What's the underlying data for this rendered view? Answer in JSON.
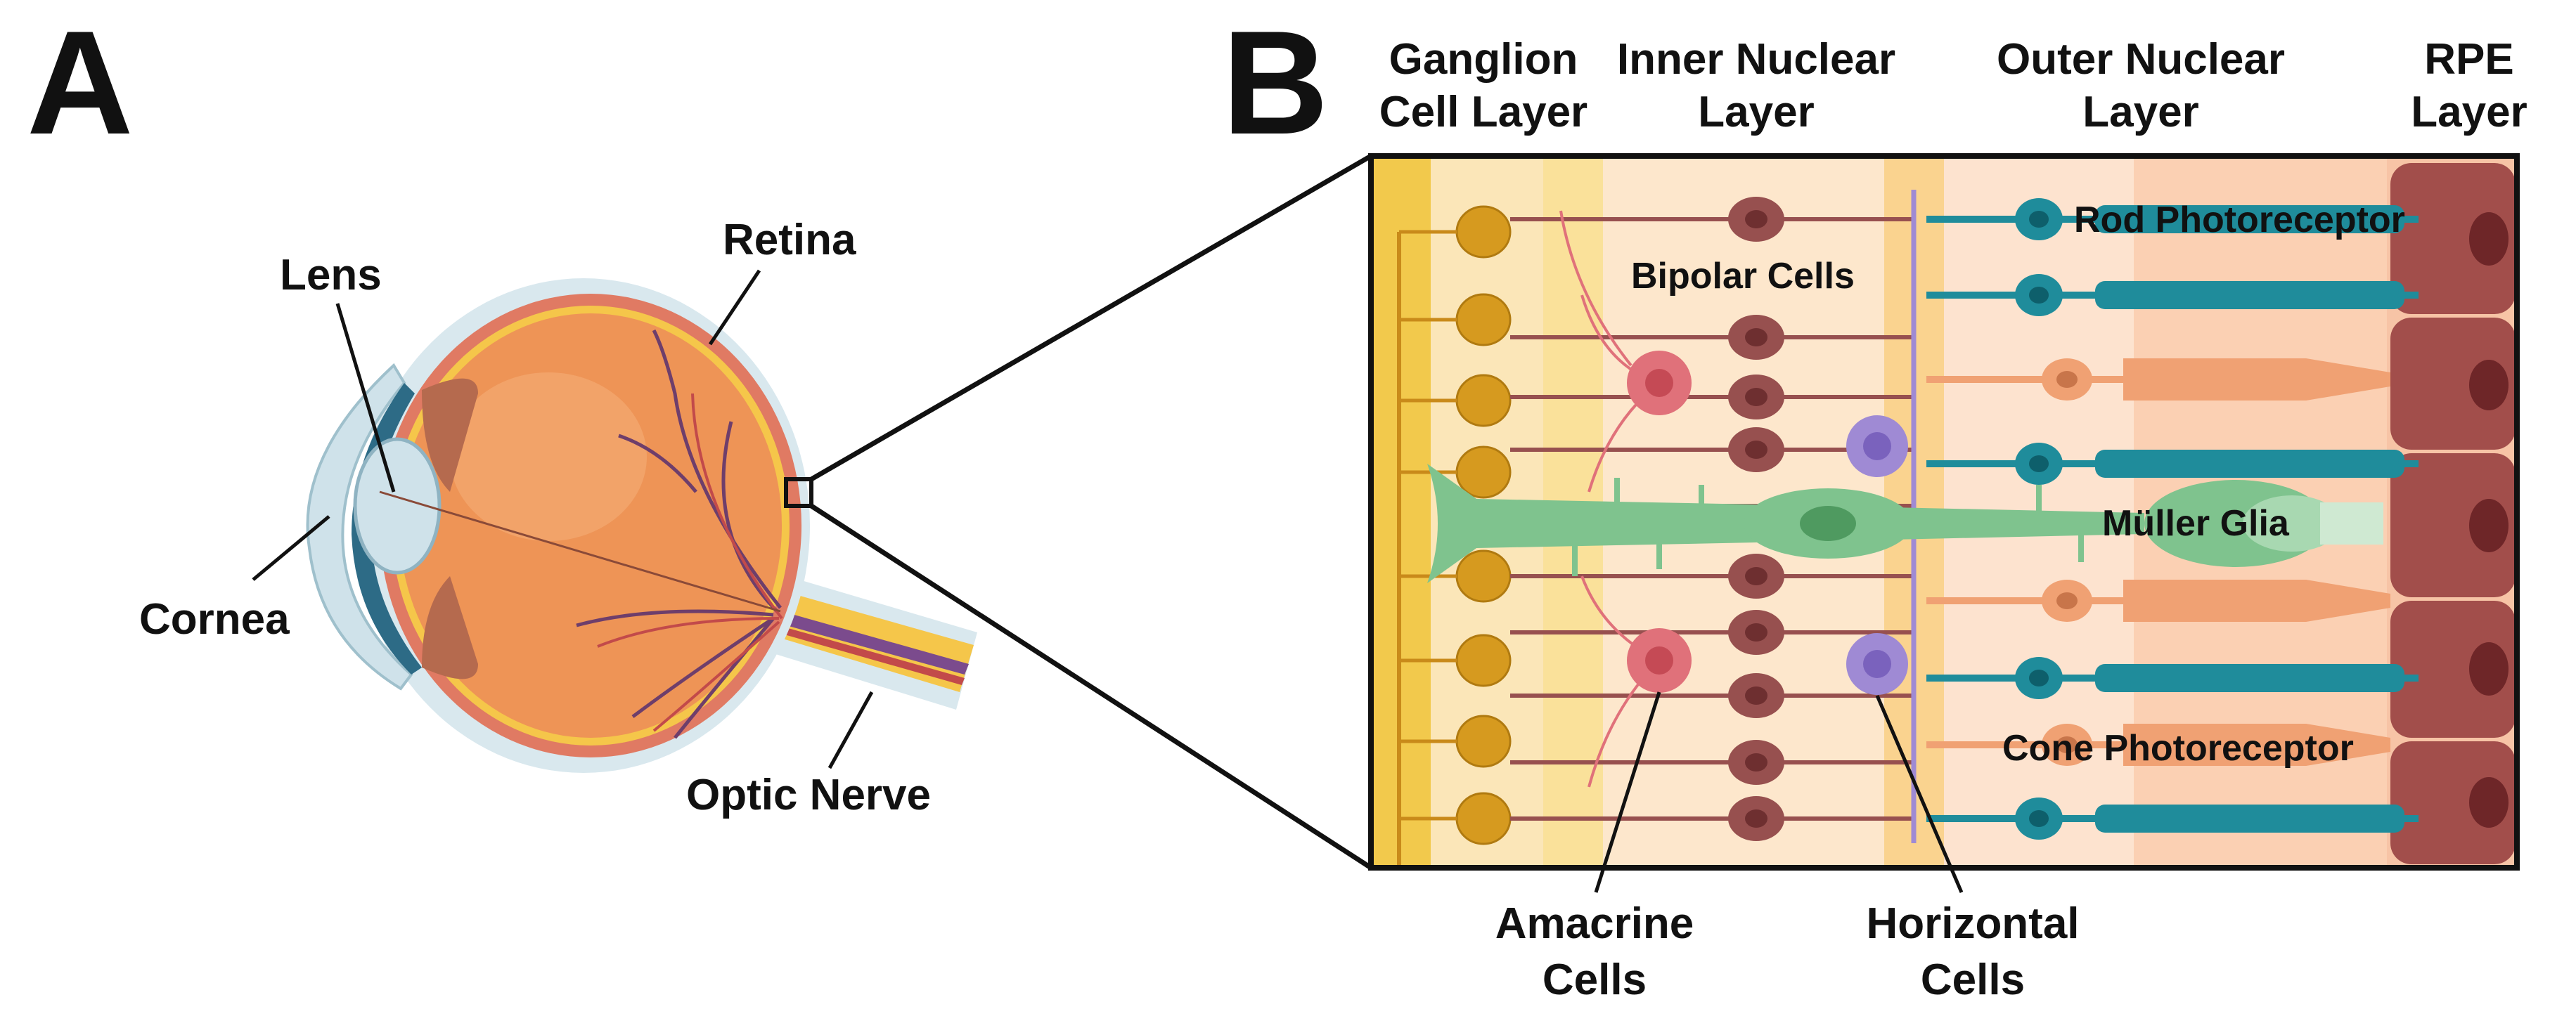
{
  "panel_a": {
    "letter": "A",
    "labels": {
      "lens": "Lens",
      "retina": "Retina",
      "cornea": "Cornea",
      "optic_nerve": "Optic Nerve"
    }
  },
  "panel_b": {
    "letter": "B",
    "layer_headers": [
      {
        "line1": "Ganglion",
        "line2": "Cell Layer"
      },
      {
        "line1": "Inner Nuclear",
        "line2": "Layer"
      },
      {
        "line1": "Outer Nuclear",
        "line2": "Layer"
      },
      {
        "line1": "RPE",
        "line2": "Layer"
      }
    ],
    "labels": {
      "rod": "Rod Photoreceptor",
      "bipolar": "Bipolar Cells",
      "muller": "Müller Glia",
      "cone": "Cone Photoreceptor",
      "amacrine_1": "Amacrine",
      "amacrine_2": "Cells",
      "horizontal_1": "Horizontal",
      "horizontal_2": "Cells"
    }
  },
  "colors": {
    "sclera": "#e07a63",
    "eyeball": "#ee9456",
    "retina_yellow": "#f5c64a",
    "cornea": "#cfe2ea",
    "ganglion": "#d69a1f",
    "bipolar": "#97504f",
    "amacrine": "#e0717a",
    "horizontal": "#9f8ad4",
    "rod": "#1f8c9b",
    "cone": "#f0a173",
    "muller": "#7fc38e",
    "rpe": "#a24e4b"
  }
}
